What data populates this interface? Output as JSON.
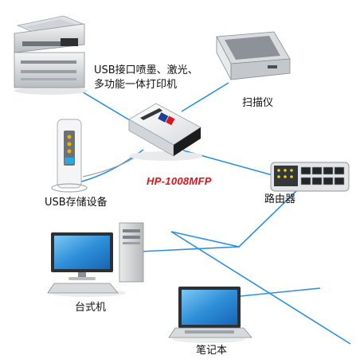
{
  "labels": {
    "printer": [
      "USB接口喷墨、激光、",
      "多功能一体打印机"
    ],
    "scanner": "扫描仪",
    "usb_storage": "USB存储设备",
    "server_model": "HP-1008MFP",
    "router": "路由器",
    "desktop": "台式机",
    "laptop": "笔记本"
  },
  "colors": {
    "link": "#2d8fe0",
    "model_label": "#e0141b",
    "router_led": "#f2d400",
    "status_led": "#f2b000"
  },
  "icons": [
    "multifunction-printer-icon",
    "flatbed-scanner-icon",
    "usb-storage-icon",
    "print-server-icon",
    "router-icon",
    "desktop-computer-icon",
    "laptop-icon"
  ]
}
